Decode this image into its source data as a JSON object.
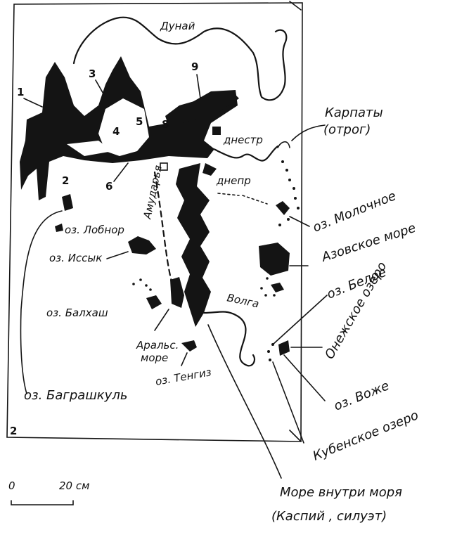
{
  "map": {
    "numbers": [
      "1",
      "2",
      "3",
      "4",
      "5",
      "6",
      "8",
      "9"
    ],
    "corner_mark": "2",
    "labels": {
      "danube": "Дунай",
      "carpathians_l1": "Карпаты",
      "carpathians_l2": "(отрог)",
      "dniester": "днестр",
      "dnieper": "днепр",
      "molochnoe": "оз. Молочное",
      "azov": "Азовское море",
      "beloe": "оз. Белое",
      "onega": "Онежское озеро",
      "vozhe": "оз. Воже",
      "kubenskoe": "Кубенское озеро",
      "volga": "Волга",
      "amudarya": "Амударья",
      "lobnor": "оз. Лобнор",
      "issyk": "оз. Иссык",
      "balkhash": "оз. Балхаш",
      "aral_l1": "Аральс.",
      "aral_l2": "море",
      "tengiz": "оз. Тенгиз",
      "bagrashkul": "оз. Баграшкуль",
      "caption_l1": "Море внутри моря",
      "caption_l2": "(Каспий , силуэт)"
    },
    "scale": {
      "zero": "0",
      "length": "20 см"
    }
  }
}
